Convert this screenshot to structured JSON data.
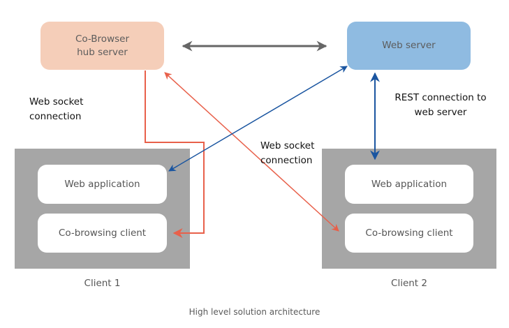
{
  "nodes": {
    "hub_server": {
      "line1": "Co-Browser",
      "line2": "hub server",
      "color": "#f5ceb9"
    },
    "web_server": {
      "label": "Web server",
      "color": "#8fbbe1"
    }
  },
  "clients": [
    {
      "label": "Client 1",
      "components": [
        "Web application",
        "Co-browsing client"
      ]
    },
    {
      "label": "Client 2",
      "components": [
        "Web application",
        "Co-browsing client"
      ]
    }
  ],
  "edge_labels": {
    "ws_left": {
      "line1": "Web socket",
      "line2": "connection"
    },
    "ws_middle": {
      "line1": "Web socket",
      "line2": "connection"
    },
    "rest": {
      "line1": "REST connection to",
      "line2": "web server"
    }
  },
  "edges": [
    {
      "from": "hub_server",
      "to": "web_server",
      "direction": "bidirectional",
      "color": "#666666"
    },
    {
      "from": "hub_server",
      "to": "client1.co-browsing-client",
      "direction": "to",
      "color": "#e8604a"
    },
    {
      "from": "client2.co-browsing-client",
      "to": "hub_server",
      "direction": "bidirectional",
      "color": "#e8604a"
    },
    {
      "from": "web_server",
      "to": "client1.web-application",
      "direction": "bidirectional",
      "color": "#1a55a0"
    },
    {
      "from": "web_server",
      "to": "client2.web-application",
      "direction": "bidirectional",
      "color": "#1a55a0"
    }
  ],
  "caption": "High level solution architecture"
}
